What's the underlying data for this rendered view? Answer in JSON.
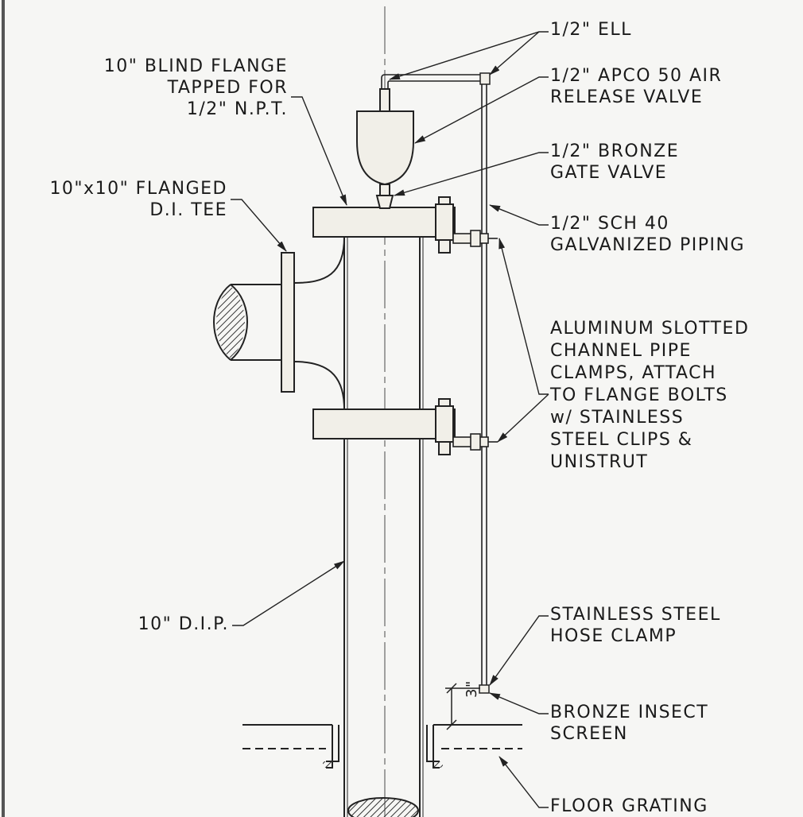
{
  "labels": {
    "ell": [
      "1/2\"  ELL"
    ],
    "air_release": [
      "1/2\"  APCO  50  AIR",
      "RELEASE  VALVE"
    ],
    "gate_valve": [
      "1/2\"  BRONZE",
      "GATE  VALVE"
    ],
    "piping": [
      "1/2\"  SCH  40",
      "GALVANIZED  PIPING"
    ],
    "clamps": [
      "ALUMINUM  SLOTTED",
      "CHANNEL  PIPE",
      "CLAMPS,  ATTACH",
      "TO  FLANGE  BOLTS",
      "w/  STAINLESS",
      "STEEL  CLIPS  &",
      "UNISTRUT"
    ],
    "hose_clamp": [
      "STAINLESS  STEEL",
      "HOSE  CLAMP"
    ],
    "insect_screen": [
      "BRONZE  INSECT",
      "SCREEN"
    ],
    "floor_grating": [
      "FLOOR  GRATING"
    ],
    "blind_flange": [
      "10\"  BLIND  FLANGE",
      "TAPPED  FOR",
      "1/2\"  N.P.T."
    ],
    "tee": [
      "10\"x10\"  FLANGED",
      "D.I.  TEE"
    ],
    "dip": [
      "10\"  D.I.P."
    ],
    "dimension": "3\""
  }
}
